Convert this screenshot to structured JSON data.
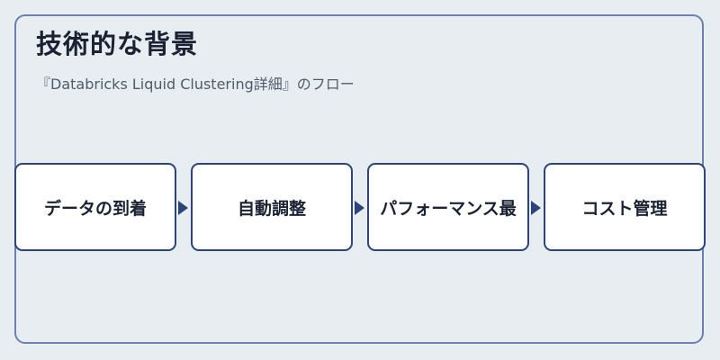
{
  "title": "技術的な背景",
  "subtitle": "『Databricks Liquid Clustering詳細』のフロー",
  "steps": [
    {
      "label": "データの到着"
    },
    {
      "label": "自動調整"
    },
    {
      "label": "パフォーマンス最"
    },
    {
      "label": "コスト管理"
    }
  ],
  "colors": {
    "background": "#e8edf2",
    "frame_border": "#6b82b0",
    "node_border": "#2c4478",
    "node_fill": "#ffffff",
    "arrow": "#2c4478",
    "title_text": "#1a2233",
    "subtitle_text": "#4f5b6b"
  }
}
